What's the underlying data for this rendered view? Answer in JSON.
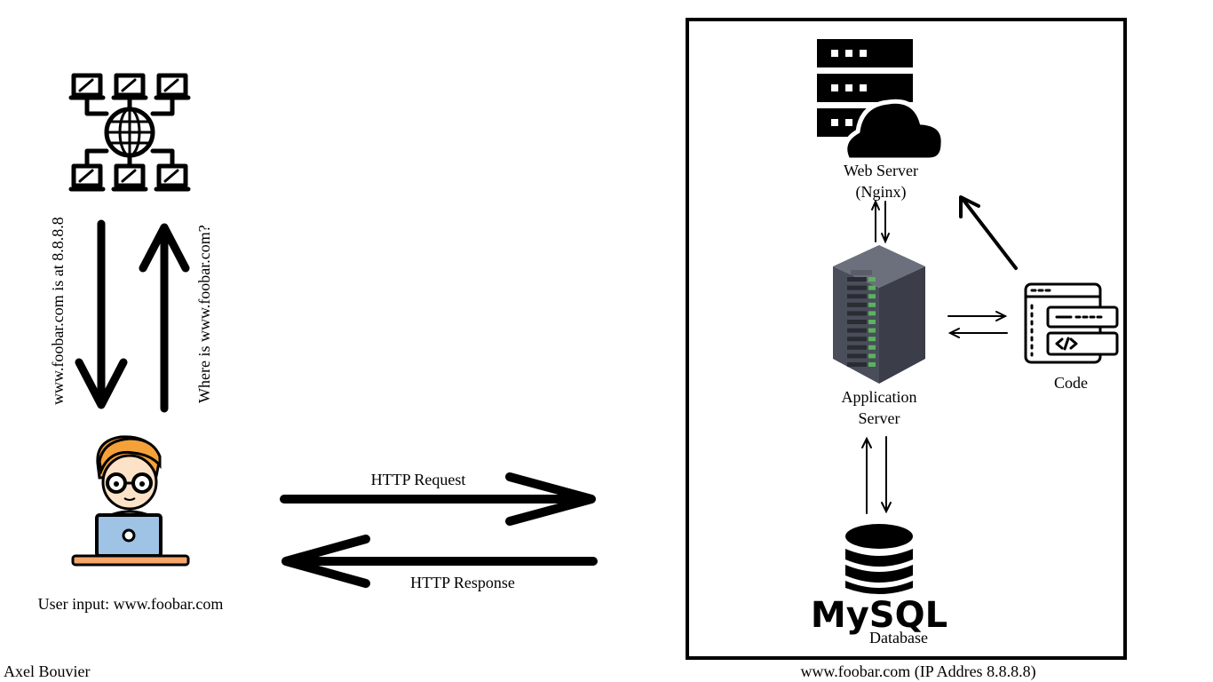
{
  "dns": {
    "response_label": "www.foobar.com is at 8.8.8.8",
    "query_label": "Where is www.foobar.com?"
  },
  "user": {
    "input_label": "User input: www.foobar.com"
  },
  "http": {
    "request_label": "HTTP Request",
    "response_label": "HTTP Response"
  },
  "server_box": {
    "caption": "www.foobar.com (IP Addres 8.8.8.8)",
    "web_server_line1": "Web Server",
    "web_server_line2": "(Nginx)",
    "app_server_line1": "Application",
    "app_server_line2": "Server",
    "code_label": "Code",
    "database_logo": "MySQL",
    "database_label": "Database"
  },
  "author": "Axel Bouvier",
  "colors": {
    "skin": "#fce3c7",
    "hair": "#f5a13a",
    "laptop": "#9fc3e5",
    "desk": "#f5a66b",
    "server_body": "#4a4d5a",
    "server_light": "#5ab35e"
  }
}
